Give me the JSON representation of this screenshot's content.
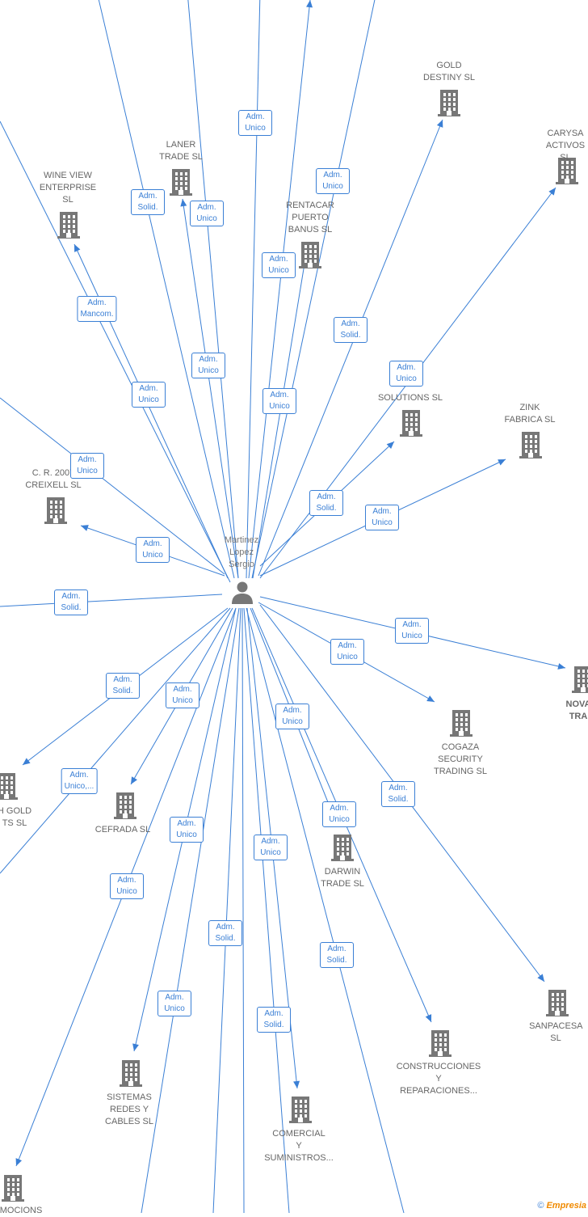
{
  "center": {
    "name": "Martinez\nLopez\nSergio",
    "icon": "person-icon"
  },
  "nodes": [
    {
      "id": "gold-destiny",
      "label": "GOLD\nDESTINY  SL",
      "icon": "building-icon"
    },
    {
      "id": "carysa",
      "label": "CARYSA\nACTIVOS  SL",
      "icon": "building-icon"
    },
    {
      "id": "laner",
      "label": "LANER\nTRADE  SL",
      "icon": "building-icon"
    },
    {
      "id": "wine-view",
      "label": "WINE VIEW\nENTERPRISE\nSL",
      "icon": "building-icon"
    },
    {
      "id": "rentacar",
      "label": "RENTACAR\nPUERTO\nBANUS SL",
      "icon": "building-icon"
    },
    {
      "id": "solutions",
      "label": "SOLUTIONS  SL",
      "icon": "building-icon"
    },
    {
      "id": "zink",
      "label": "ZINK\nFABRICA SL",
      "icon": "building-icon"
    },
    {
      "id": "creixell",
      "label": "C. R. 2007\nCREIXELL SL",
      "icon": "building-icon"
    },
    {
      "id": "nova",
      "label": "NOVA\nTRA",
      "icon": "building-icon"
    },
    {
      "id": "cogaza",
      "label": "COGAZA\nSECURITY\nTRADING SL",
      "icon": "building-icon"
    },
    {
      "id": "gold-ts",
      "label": "H GOLD\nTS  SL",
      "icon": "building-icon"
    },
    {
      "id": "cefrada",
      "label": "CEFRADA SL",
      "icon": "building-icon"
    },
    {
      "id": "darwin",
      "label": "DARWIN\nTRADE  SL",
      "icon": "building-icon"
    },
    {
      "id": "sanpacesa",
      "label": "SANPACESA  SL",
      "icon": "building-icon"
    },
    {
      "id": "construcciones",
      "label": "CONSTRUCCIONES\nY\nREPARACIONES...",
      "icon": "building-icon"
    },
    {
      "id": "sistemas",
      "label": "SISTEMAS\nREDES Y\nCABLES  SL",
      "icon": "building-icon"
    },
    {
      "id": "comercial",
      "label": "COMERCIAL\nY\nSUMINISTROS...",
      "icon": "building-icon"
    },
    {
      "id": "promociones",
      "label": "MOCIONS",
      "icon": "building-icon"
    }
  ],
  "roles": [
    "Adm.\nUnico",
    "Adm.\nUnico",
    "Adm.\nSolid.",
    "Adm.\nUnico",
    "Adm.\nUnico",
    "Adm.\nMancom.",
    "Adm.\nSolid.",
    "Adm.\nUnico",
    "Adm.\nUnico",
    "Adm.\nUnico",
    "Adm.\nUnico",
    "Adm.\nUnico",
    "Adm.\nSolid.",
    "Adm.\nUnico",
    "Adm.\nUnico",
    "Adm.\nSolid.",
    "Adm.\nUnico",
    "Adm.\nUnico",
    "Adm.\nSolid.",
    "Adm.\nUnico",
    "Adm.\nUnico",
    "Adm.\nUnico,...",
    "Adm.\nUnico",
    "Adm.\nUnico",
    "Adm.\nSolid.",
    "Adm.\nUnico",
    "Adm.\nUnico",
    "Adm.\nSolid.",
    "Adm.\nSolid.",
    "Adm.\nUnico",
    "Adm.\nSolid."
  ],
  "brand": {
    "copyright": "©",
    "name": "Empresia"
  }
}
